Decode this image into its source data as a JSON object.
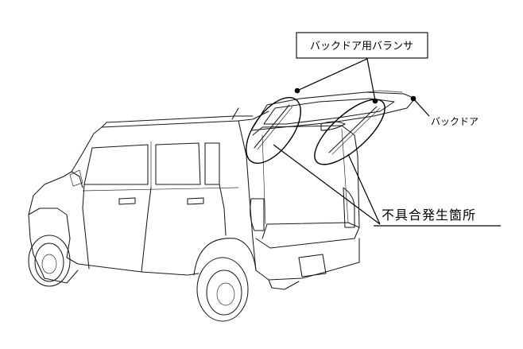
{
  "diagram": {
    "labels": {
      "balancer": "バックドア用バランサ",
      "back_door": "バックドア",
      "defect_location": "不具合発生箇所"
    }
  }
}
